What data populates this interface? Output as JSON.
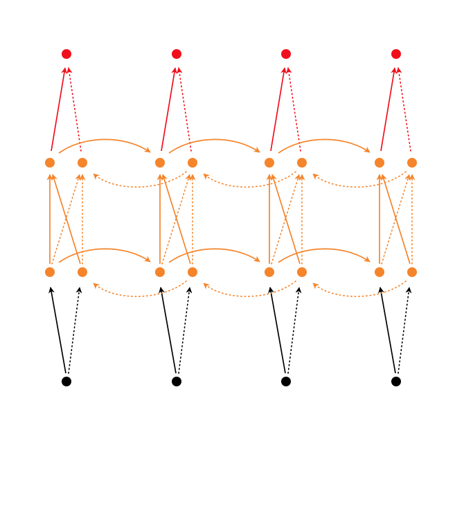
{
  "diagram": {
    "kind": "stacked bidirectional recurrent network",
    "timesteps": 4,
    "hidden_layers": 2,
    "colors": {
      "input": "#000000",
      "hidden": "#f5842a",
      "output": "#f0101c",
      "background": "#ffffff"
    },
    "node_types": [
      "input",
      "hidden-forward",
      "hidden-backward",
      "output"
    ],
    "edge_styles": {
      "forward": "solid",
      "backward": "dotted"
    }
  }
}
